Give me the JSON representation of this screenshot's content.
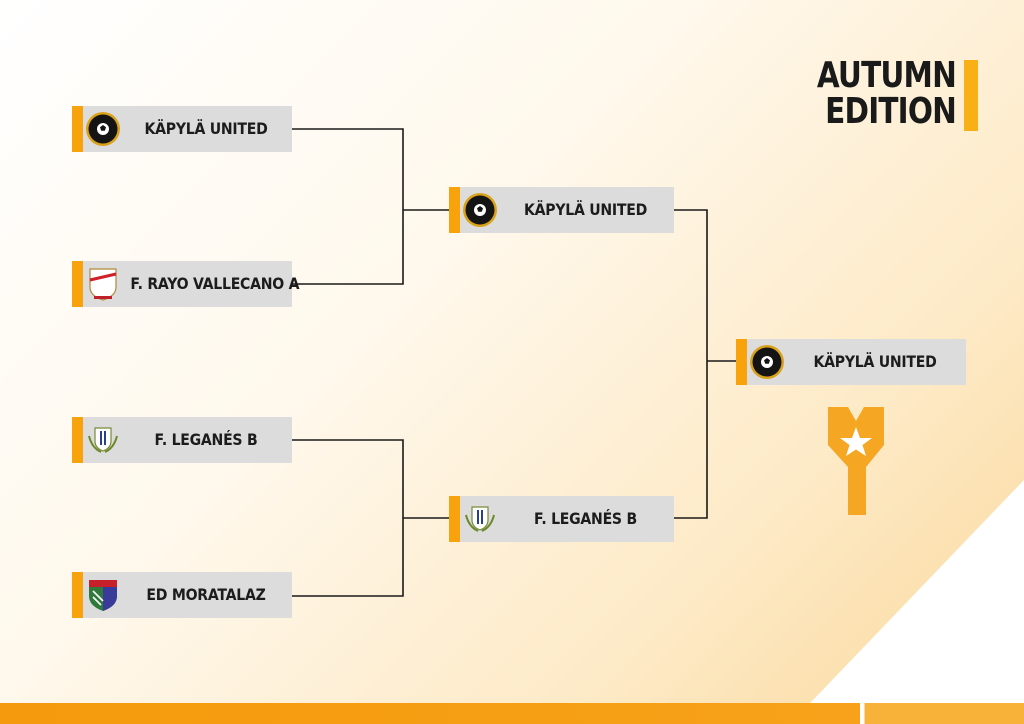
{
  "title": {
    "line1": "AUTUMN",
    "line2": "EDITION"
  },
  "bracket": {
    "round1": [
      {
        "name": "KÄPYLÄ UNITED",
        "logo": "kapyla-united-crest"
      },
      {
        "name": "F. RAYO VALLECANO A",
        "logo": "rayo-vallecano-crest"
      },
      {
        "name": "F. LEGANÉS B",
        "logo": "leganes-crest"
      },
      {
        "name": "ED MORATALAZ",
        "logo": "moratalaz-crest"
      }
    ],
    "semifinal": [
      {
        "name": "KÄPYLÄ UNITED",
        "logo": "kapyla-united-crest"
      },
      {
        "name": "F. LEGANÉS B",
        "logo": "leganes-crest"
      }
    ],
    "champion": {
      "name": "KÄPYLÄ UNITED",
      "logo": "kapyla-united-crest"
    }
  },
  "colors": {
    "accent": "#f8a20c",
    "box": "#dcdcdc",
    "text": "#1c1c1c",
    "lines": "#1a1a1a"
  },
  "trophy_icon": "star-y-trophy-icon"
}
